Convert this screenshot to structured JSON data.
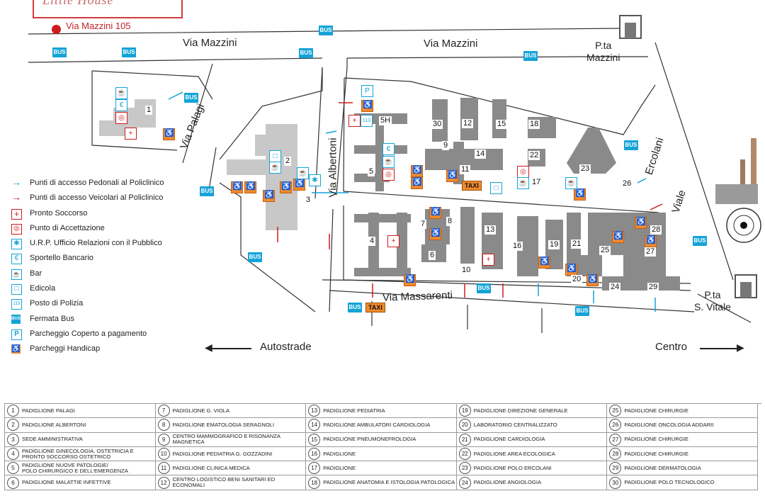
{
  "logo": {
    "text": "Little House"
  },
  "address": "Via Mazzini 105",
  "streets": {
    "mazzini_left": "Via Mazzini",
    "mazzini_right": "Via Mazzini",
    "palagi": "Via Palagi",
    "albertoni": "Via Albertoni",
    "massarenti": "Via Massarenti",
    "ercolani": "Ercolani",
    "viale": "Viale"
  },
  "gates": {
    "mazzini": "P.ta\nMazzini",
    "svitale": "P.ta\nS. Vitale"
  },
  "directions": {
    "left": "Autostrade",
    "right": "Centro"
  },
  "bus_label": "BUS",
  "taxi_label": "TAXI",
  "pavilion_labels": [
    "1",
    "2",
    "3",
    "4",
    "5",
    "5H",
    "6",
    "7",
    "8",
    "9",
    "10",
    "11",
    "12",
    "13",
    "14",
    "15",
    "16",
    "17",
    "18",
    "19",
    "20",
    "21",
    "22",
    "23",
    "24",
    "25",
    "26",
    "27",
    "28",
    "29",
    "30"
  ],
  "legend": [
    {
      "icon": "pedestrian-access-arrow-icon",
      "color": "#14a3d7",
      "text": "Punti di accesso Pedonali al Policlinico"
    },
    {
      "icon": "vehicle-access-arrow-icon",
      "color": "#d01b1b",
      "text": "Punti di accesso Veicolari al Policlinico"
    },
    {
      "icon": "emergency-cross-icon",
      "color": "#d01b1b",
      "text": "Pronto Soccorso"
    },
    {
      "icon": "reception-spiral-icon",
      "color": "#d01b1b",
      "text": "Punto di Accettazione"
    },
    {
      "icon": "urp-star-icon",
      "color": "#14a3d7",
      "text": "U.R.P. Ufficio Relazioni con il Pubblico"
    },
    {
      "icon": "bank-euro-icon",
      "color": "#14a3d7",
      "text": "Sportello Bancario"
    },
    {
      "icon": "bar-cup-icon",
      "color": "#14a3d7",
      "text": "Bar"
    },
    {
      "icon": "newsstand-icon",
      "color": "#14a3d7",
      "text": "Edicola"
    },
    {
      "icon": "police-113-icon",
      "color": "#14a3d7",
      "text": "Posto di Polizia"
    },
    {
      "icon": "bus-stop-icon",
      "color": "#14a3d7",
      "text": "Fermata Bus"
    },
    {
      "icon": "covered-parking-icon",
      "color": "#14a3d7",
      "text": "Parcheggio Coperto a pagamento"
    },
    {
      "icon": "handicap-parking-icon",
      "color": "#f08a2e",
      "text": "Parcheggi Handicap"
    }
  ],
  "pavilions": [
    {
      "n": "1",
      "name": "PADIGLIONE PALAGI"
    },
    {
      "n": "7",
      "name": "PADIGLIONE G. VIOLA"
    },
    {
      "n": "13",
      "name": "PADIGLIONE PEDIATRIA"
    },
    {
      "n": "19",
      "name": "PADIGLIONE DIREZIONE GENERALE"
    },
    {
      "n": "25",
      "name": "PADIGLIONE CHIRURGIE"
    },
    {
      "n": "2",
      "name": "PADIGLIONE ALBERTONI"
    },
    {
      "n": "8",
      "name": "PADIGLIONE EMATOLOGIA SERAGNOLI"
    },
    {
      "n": "14",
      "name": "PADIGLIONE AMBULATORI CARDIOLOGIA"
    },
    {
      "n": "20",
      "name": "LABORATORIO CENTRALIZZATO"
    },
    {
      "n": "26",
      "name": "PADIGLIONE ONCOLOGIA ADDARII"
    },
    {
      "n": "3",
      "name": "SEDE AMMINISTRATIVA"
    },
    {
      "n": "9",
      "name": "CENTRO MAMMOGRAFICO E RISONANZA MAGNETICA"
    },
    {
      "n": "15",
      "name": "PADIGLIONE PNEUMONEFROLOGIA"
    },
    {
      "n": "21",
      "name": "PADIGLIONE CARDIOLOGIA"
    },
    {
      "n": "27",
      "name": "PADIGLIONE CHIRURGIE"
    },
    {
      "n": "4",
      "name": "PADIGLIONE GINECOLOGIA, OSTETRICIA E\nPRONTO SOCCORSO OSTETRICO"
    },
    {
      "n": "10",
      "name": "PADIGLIONE PEDIATRIA G. GOZZADINI"
    },
    {
      "n": "16",
      "name": "PADIGLIONE"
    },
    {
      "n": "22",
      "name": "PADIGLIONE AREA ECOLOGICA"
    },
    {
      "n": "28",
      "name": "PADIGLIONE CHIRURGIE"
    },
    {
      "n": "5",
      "name": "PADIGLIONE NUOVE PATOLOGIE/\nPOLO CHIRURGICO E DELL'EMERGENZA"
    },
    {
      "n": "11",
      "name": "PADIGLIONE CLINICA MEDICA"
    },
    {
      "n": "17",
      "name": "PADIGLIONE"
    },
    {
      "n": "23",
      "name": "PADIGLIONE POLO ERCOLANI"
    },
    {
      "n": "29",
      "name": "PADIGLIONE DERMATOLOGIA"
    },
    {
      "n": "6",
      "name": "PADIGLIONE MALATTIE INFETTIVE"
    },
    {
      "n": "12",
      "name": "CENTRO LOGISTICO BENI SANITARI ED ECONOMALI"
    },
    {
      "n": "18",
      "name": "PADIGLIONE ANATOMIA E ISTOLOGIA PATOLOGICA"
    },
    {
      "n": "24",
      "name": "PADIGLIONE ANGIOLOGIA"
    },
    {
      "n": "30",
      "name": "PADIGLIONE POLO TECNOLOGICO"
    }
  ],
  "colors": {
    "bus": "#14a3d7",
    "handicap": "#f08a2e",
    "emergency": "#d01b1b",
    "building": "#8a8a8a",
    "building_light": "#c8c8c8"
  }
}
